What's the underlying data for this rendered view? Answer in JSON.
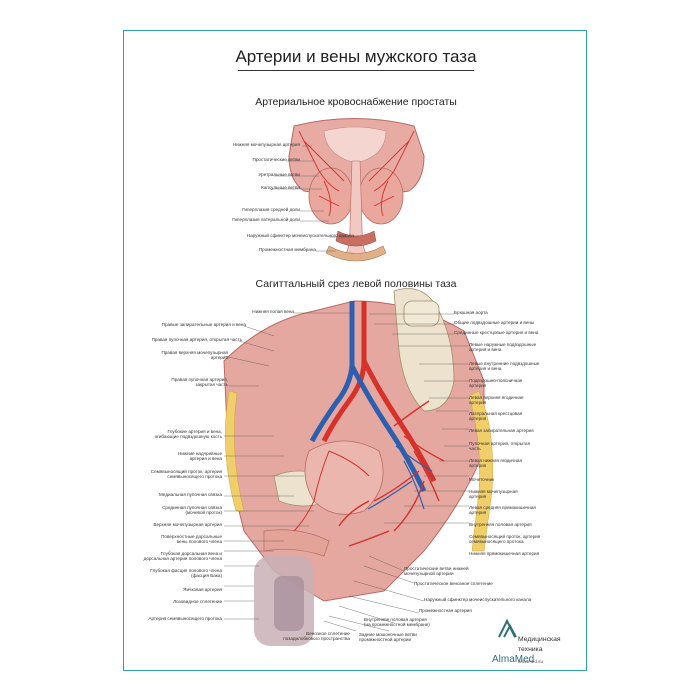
{
  "title": "Артерии и вены мужского таза",
  "prostate_section": {
    "title": "Артериальное кровоснабжение простаты",
    "labels": [
      "Нижняя мочепузырная артерия",
      "Простатические ветви",
      "Уретральные ветви",
      "Капсульные ветви",
      "Гиперплазия средней доли",
      "Гиперплазия латеральной доли",
      "Наружный сфинктер мочеиспускательного канала",
      "Промежностная мембрана"
    ]
  },
  "sagittal_section": {
    "title": "Сагиттальный срез левой половины таза",
    "top_labels": [
      "Нижняя полая вена",
      "Брюшная аорта",
      "Общие подвздошные артерии и вены",
      "Срединные крестцовые артерия и вена"
    ],
    "left_labels": [
      "Правые запирательные артерия и вена",
      "Правая пупочная артерия, открытая часть",
      "Правая верхняя мочепузырная\nартерия",
      "Правая пупочная артерия,\nзакрытая часть",
      "Глубокие артерия и вена,\nогибающие подвздошную кость",
      "Нижние надчревные\nартерия и вена",
      "Семявыносящий проток, артерия\nсемявыносящего протока",
      "Медиальная пупочная связка",
      "Срединная пупочная связка\n(мочевой проток)",
      "Верхняя мочепузырная артерия",
      "Поверхностные дорсальные\nвены полового члена",
      "Глубокая дорсальная вена и\nдорсальная артерия полового члена",
      "Глубокая фасция полового члена\n(фасция Бака)",
      "Яичковая артерия",
      "Лозовидное сплетение",
      "Артерия семявыносящего протока"
    ],
    "right_labels": [
      "Левые наружные подвздошные\nартерия и вена",
      "Левые внутренние подвздошные\nартерия и вена",
      "Подвздошно-поясничная\nартерия",
      "Левая верхняя ягодичная\nартерия",
      "Латеральная крестцовая\nартерия",
      "Левая запирательная артерия",
      "Пупочная артерия, открытая\nчасть",
      "Левая нижняя ягодичная\nартерия",
      "Мочеточник",
      "Нижняя мочепузырная\nартерия",
      "Левая средняя прямокишечная\nартерия",
      "Внутренняя половая артерия",
      "Семявыносящий проток, артерия\nсемявыносящего протока",
      "Нижняя прямокишечная артерия"
    ],
    "bottom_labels": [
      "Простатические ветви нижней\nмочепузырной артерии",
      "Простатическое венозное сплетение",
      "Наружный сфинктер мочеиспускательного канала",
      "Промежностная артерия",
      "Внутренняя половая артерия\n(на промежностной мембране)",
      "Задние мошоночные ветви\nпромежностной артерии",
      "Венозное сплетение\nпозадилобкового пространства"
    ]
  },
  "logo": {
    "brand": "AlmaMed",
    "line1": "Медицинская",
    "line2": "техника",
    "url": "almamed.su"
  },
  "colors": {
    "frame": "#2fa39a",
    "artery": "#d6312b",
    "vein": "#2d5fb0",
    "tissue": "#e5a8a0",
    "bone": "#ece2cd",
    "fat": "#f0cf6a"
  }
}
